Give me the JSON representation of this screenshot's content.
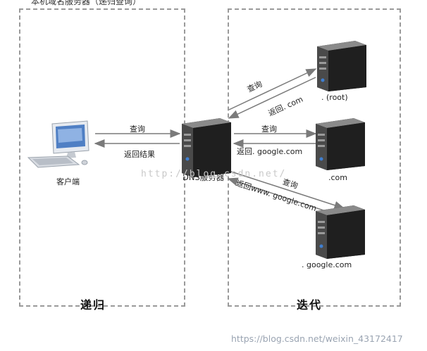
{
  "top_cut_text": "本机域名服务器（递归查询）",
  "sections": {
    "left": "递归",
    "right": "迭代"
  },
  "client": {
    "label": "客户端"
  },
  "dns_server": {
    "label": "DNS服务器"
  },
  "servers": {
    "root": ". (root)",
    "com": ".com",
    "google": ". google.com"
  },
  "arrows": {
    "client_query": "查询",
    "client_return": "返回结果",
    "root_query": "查询",
    "root_return": "返回. com",
    "com_query": "查询",
    "com_return": "返回. google.com",
    "google_query": "查询",
    "google_return": "返回www. google.com"
  },
  "watermark": "http://blog.csdn.net/",
  "footer_url": "https://blog.csdn.net/weixin_43172417",
  "colors": {
    "dash_border": "#9a9a9a",
    "arrow": "#7a7a7a",
    "server_dark": "#2b2b2b",
    "server_light": "#6a6a6a"
  }
}
